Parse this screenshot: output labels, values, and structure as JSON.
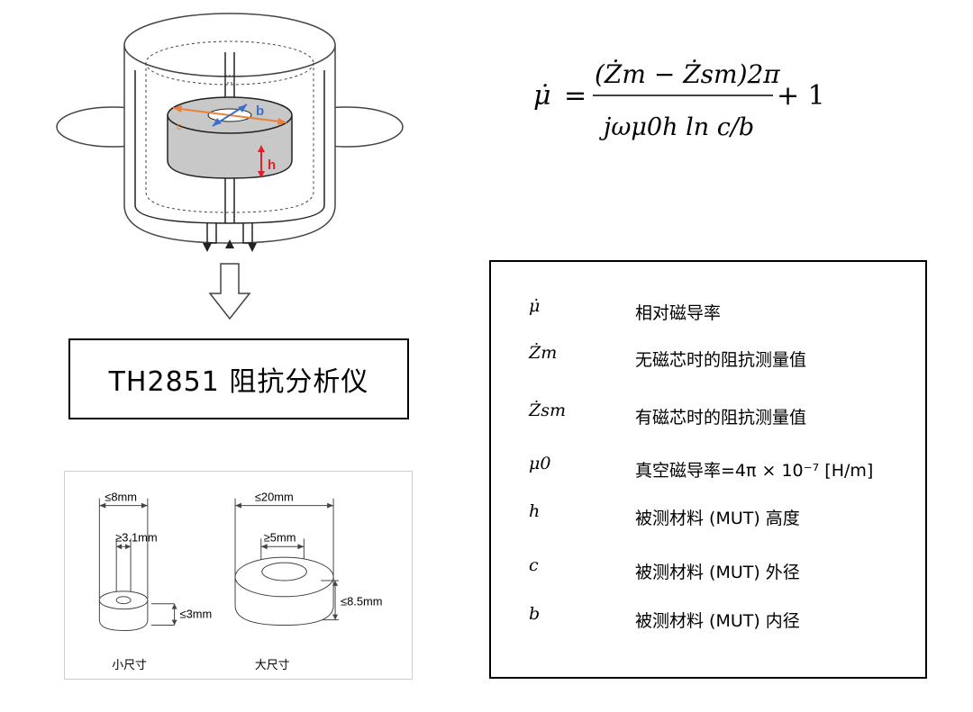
{
  "fixture": {
    "label_b": "b",
    "label_c": "c",
    "label_h": "h"
  },
  "analyzer": {
    "label": "TH2851 阻抗分析仪"
  },
  "sizes": {
    "small": {
      "outer": "≤8mm",
      "inner": "≥3.1mm",
      "height": "≤3mm",
      "caption": "小尺寸"
    },
    "large": {
      "outer": "≤20mm",
      "inner": "≥5mm",
      "height": "≤8.5mm",
      "caption": "大尺寸"
    }
  },
  "formula": {
    "lhs": "μ̇",
    "equals": "=",
    "numerator": "(Żm − Żsm)2π",
    "denominator": "jωμ0h ln c/b",
    "plus_one": "+ 1"
  },
  "legend": {
    "rows": [
      {
        "symbol": "μ̇",
        "desc": "相对磁导率"
      },
      {
        "symbol": "Żm",
        "desc": "无磁芯时的阻抗测量值"
      },
      {
        "symbol": "Żsm",
        "desc": "有磁芯时的阻抗测量值"
      },
      {
        "symbol": "μ0",
        "desc": "真空磁导率=4π × 10⁻⁷ [H/m]"
      },
      {
        "symbol": "h",
        "desc": "被测材料 (MUT) 高度"
      },
      {
        "symbol": "c",
        "desc": "被测材料 (MUT) 外径"
      },
      {
        "symbol": "b",
        "desc": "被测材料 (MUT) 内径"
      }
    ]
  },
  "colors": {
    "sample_fill": "#c8c8c8",
    "arrow_orange": "#e8823a",
    "arrow_blue": "#3b6fc9",
    "arrow_red": "#e0202a"
  }
}
